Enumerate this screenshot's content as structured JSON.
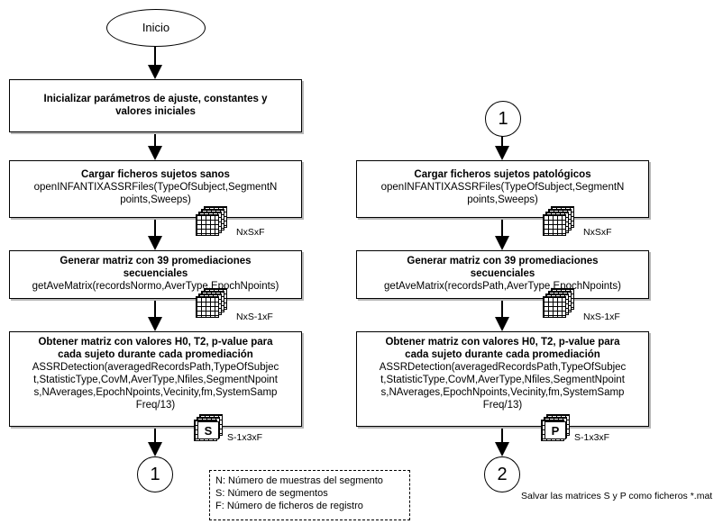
{
  "start": {
    "label": "Inicio"
  },
  "left": {
    "init": {
      "line1": "Inicializar parámetros de ajuste, constantes y",
      "line2": "valores iniciales"
    },
    "load": {
      "title": "Cargar ficheros sujetos sanos",
      "line1": "openINFANTIXASSRFiles(TypeOfSubject,SegmentN",
      "line2": "points,Sweeps)"
    },
    "load_matrix": "NxSxF",
    "avg": {
      "title1": "Generar matriz con 39 promediaciones",
      "title2": "secuenciales",
      "line1": "getAveMatrix(recordsNormo,AverType,EpochNpoints)"
    },
    "avg_matrix": "NxS-1xF",
    "detect": {
      "title1": "Obtener matriz con valores H0, T2, p-value para",
      "title2": "cada sujeto durante cada promediación",
      "line1": "ASSRDetection(averagedRecordsPath,TypeOfSubjec",
      "line2": "t,StatisticType,CovM,AverType,Nfiles,SegmentNpoint",
      "line3": "s,NAverages,EpochNpoints,Vecinity,fm,SystemSamp",
      "line4": "Freq/13)"
    },
    "detect_letter": "S",
    "detect_matrix": "S-1x3xF",
    "end_connector": "1"
  },
  "right": {
    "start_connector": "1",
    "load": {
      "title": "Cargar ficheros sujetos patológicos",
      "line1": "openINFANTIXASSRFiles(TypeOfSubject,SegmentN",
      "line2": "points,Sweeps)"
    },
    "load_matrix": "NxSxF",
    "avg": {
      "title1": "Generar matriz con 39 promediaciones",
      "title2": "secuenciales",
      "line1": "getAveMatrix(recordsPath,AverType,EpochNpoints)"
    },
    "avg_matrix": "NxS-1xF",
    "detect": {
      "title1": "Obtener matriz con valores H0, T2, p-value para",
      "title2": "cada sujeto durante cada promediación",
      "line1": "ASSRDetection(averagedRecordsPath,TypeOfSubjec",
      "line2": "t,StatisticType,CovM,AverType,Nfiles,SegmentNpoint",
      "line3": "s,NAverages,EpochNpoints,Vecinity,fm,SystemSamp",
      "line4": "Freq/13)"
    },
    "detect_letter": "P",
    "detect_matrix": "S-1x3xF",
    "end_connector": "2",
    "end_note": "Salvar las matrices S y P como ficheros *.mat"
  },
  "legend": {
    "n": "N: Número de muestras del segmento",
    "s": "S: Número de segmentos",
    "f": "F: Número de ficheros de registro"
  }
}
